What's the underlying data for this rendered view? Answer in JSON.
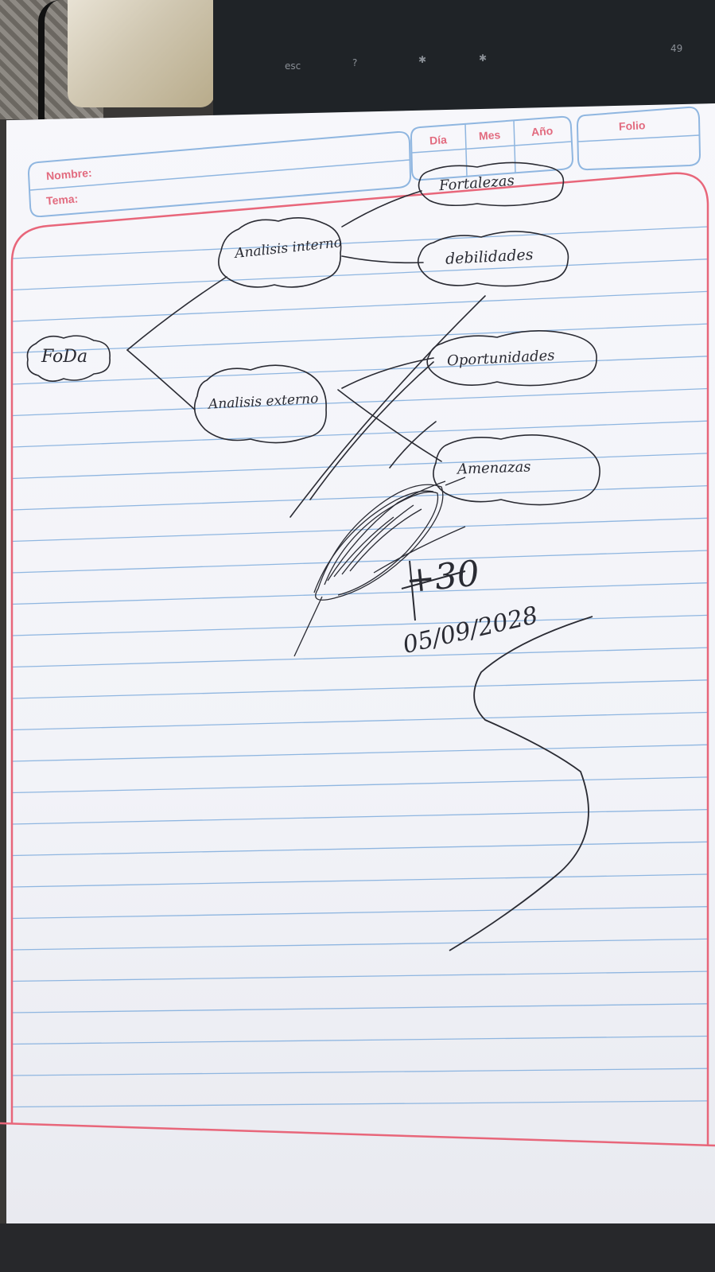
{
  "header": {
    "nombre_label": "Nombre:",
    "tema_label": "Tema:",
    "dia_label": "Día",
    "mes_label": "Mes",
    "ano_label": "Año",
    "folio_label": "Folio"
  },
  "keyboard": {
    "keys": [
      "esc",
      "?",
      "✱",
      "✱",
      "49"
    ]
  },
  "mind_map": {
    "root": "FoDa",
    "branches": [
      {
        "label": "Analisis interno",
        "children": [
          "Fortalezas",
          "debilidades"
        ]
      },
      {
        "label": "Analisis externo",
        "children": [
          "Oportunidades",
          "Amenazas"
        ]
      }
    ]
  },
  "annotation": {
    "grade": "+30",
    "date": "05/09/2028"
  },
  "colors": {
    "ruled_line": "#8fb6e0",
    "margin_line": "#e8667a",
    "header_box": "#8fb6e0",
    "ink": "#2a2b33"
  }
}
